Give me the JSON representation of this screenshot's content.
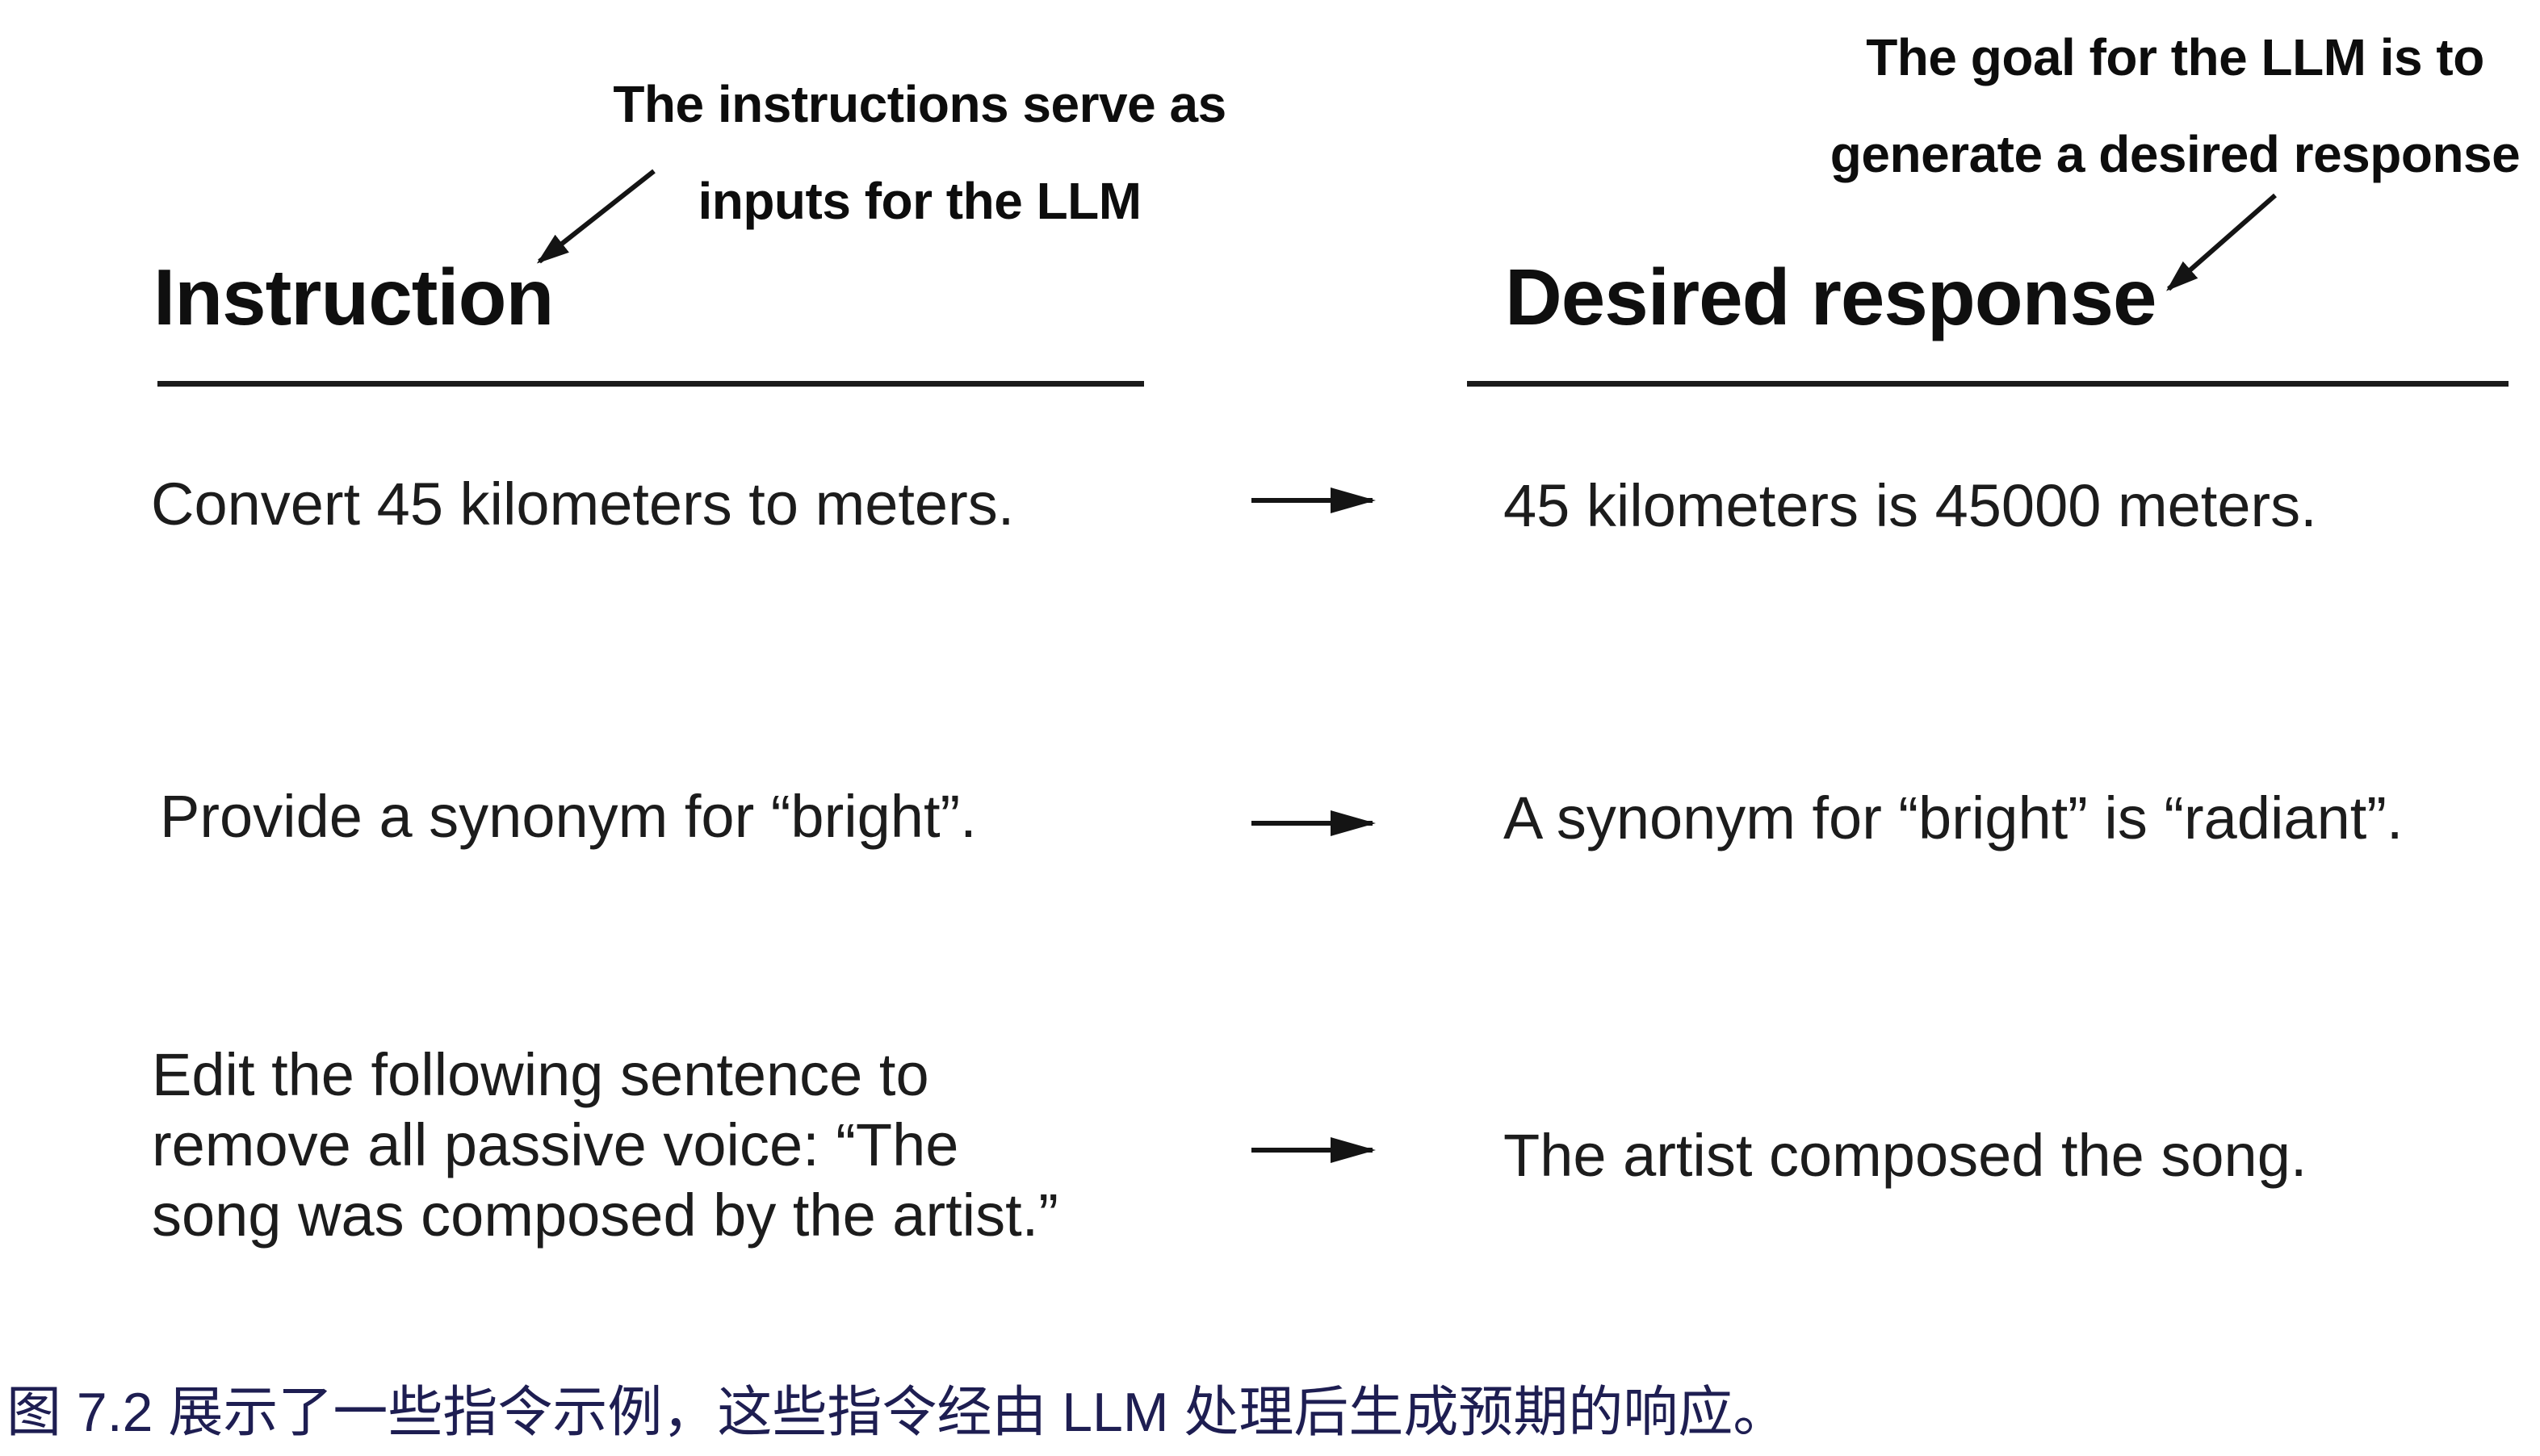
{
  "figure": {
    "background": "#ffffff",
    "text_color": "#1a1a1a",
    "line_color": "#1b1b1b"
  },
  "annotations": {
    "left": {
      "line1": "The instructions serve as",
      "line2": "inputs for the LLM"
    },
    "right": {
      "line1": "The goal for the LLM is to",
      "line2": "generate a desired response"
    }
  },
  "columns": {
    "left_header": "Instruction",
    "right_header": "Desired response"
  },
  "rows": [
    {
      "instruction": "Convert 45 kilometers to meters.",
      "response": "45 kilometers is 45000 meters."
    },
    {
      "instruction": "Provide a synonym for “bright”.",
      "response": "A synonym for “bright” is “radiant”."
    },
    {
      "instruction": "Edit the following sentence to remove all passive voice: “The song was composed by the artist.”",
      "response": "The artist composed the song."
    }
  ],
  "caption": {
    "text": "图 7.2 展示了一些指令示例，这些指令经由 LLM 处理后生成预期的响应。",
    "color": "#1e1e52"
  },
  "icons": {
    "annotation_arrow": "diagonal-arrow-down-left",
    "row_arrow": "arrow-right"
  }
}
